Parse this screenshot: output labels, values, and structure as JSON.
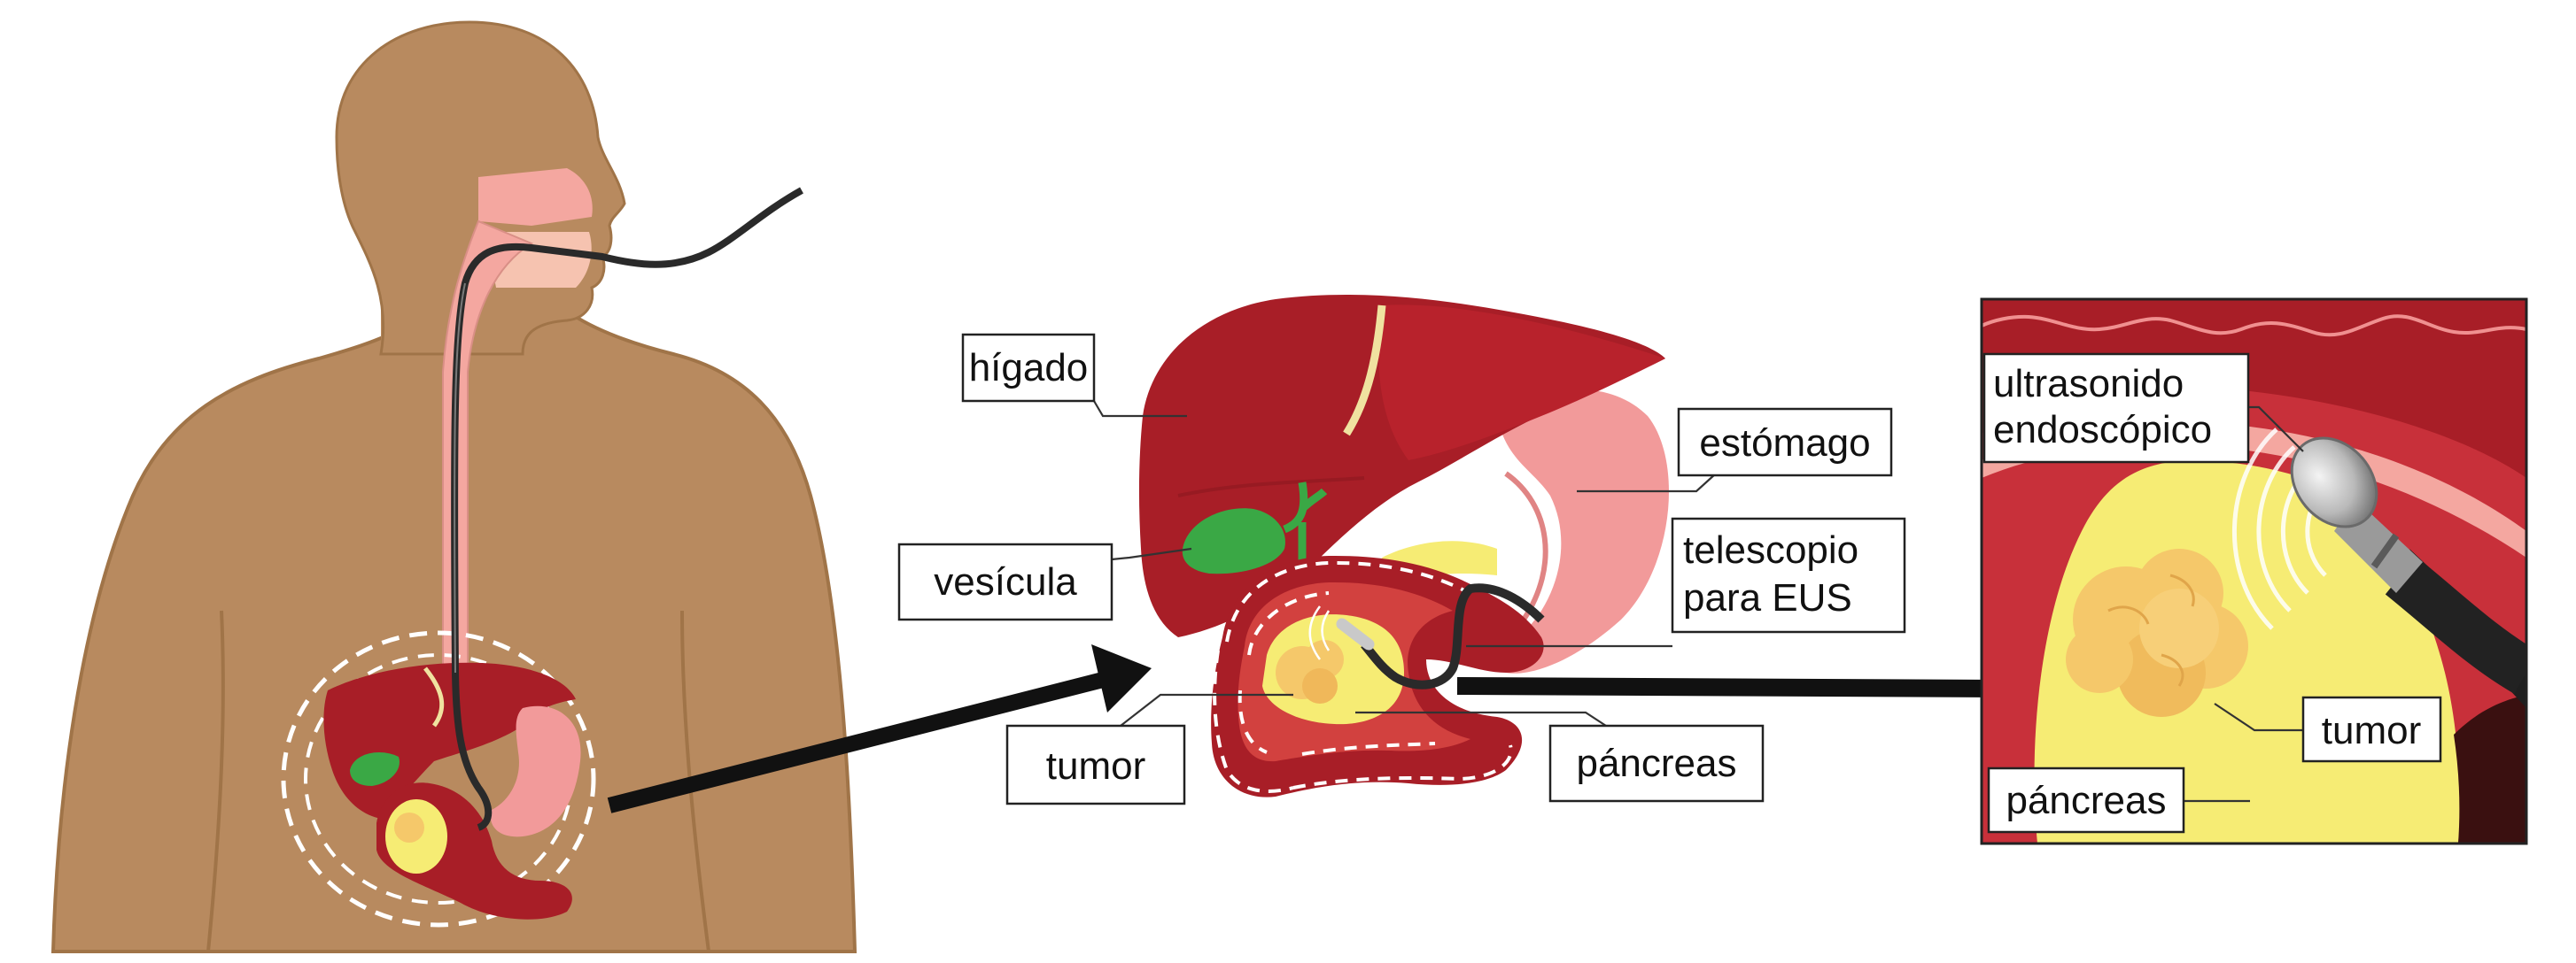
{
  "labels": {
    "higado": "hígado",
    "vesicula": "vesícula",
    "tumor_mid": "tumor",
    "estomago": "estómago",
    "telescopio_line1": "telescopio",
    "telescopio_line2": "para EUS",
    "pancreas_mid": "páncreas",
    "ultrasonido_line1": "ultrasonido",
    "ultrasonido_line2": "endoscópico",
    "tumor_right": "tumor",
    "pancreas_right": "páncreas"
  },
  "colors": {
    "skin": "#b88a5f",
    "skin_outline": "#a07448",
    "liver": "#a81e27",
    "liver_dark": "#8c1820",
    "stomach": "#f29a9a",
    "gallbladder": "#3aa845",
    "pancreas": "#f6ec74",
    "tumor": "#f5c86a",
    "tissue_pink": "#f4a7a0",
    "endoscope": "#2a2a2a",
    "arrow": "#111111"
  },
  "icons": {
    "arrow_left": "arrow-right-icon",
    "arrow_right": "arrow-right-icon"
  }
}
